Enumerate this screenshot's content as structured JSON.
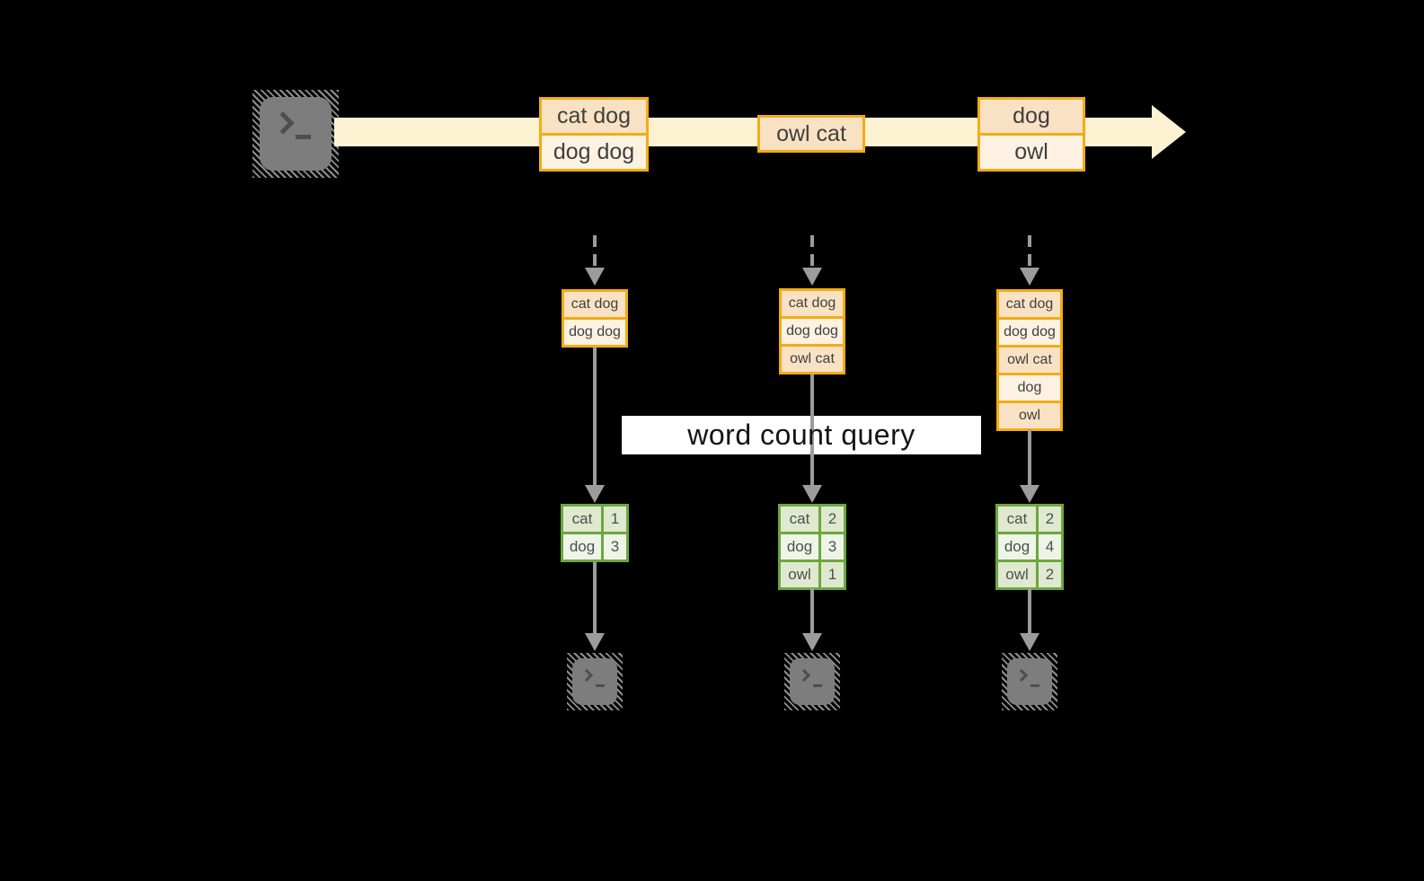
{
  "diagram": {
    "query_label": "word count query",
    "stream": {
      "events": [
        {
          "rows": [
            "cat dog",
            "dog dog"
          ]
        },
        {
          "rows": [
            "owl cat"
          ]
        },
        {
          "rows": [
            "dog",
            "owl"
          ]
        }
      ]
    },
    "columns": [
      {
        "buffer": [
          "cat dog",
          "dog dog"
        ],
        "counts": [
          {
            "word": "cat",
            "count": "1"
          },
          {
            "word": "dog",
            "count": "3"
          }
        ]
      },
      {
        "buffer": [
          "cat dog",
          "dog dog",
          "owl cat"
        ],
        "counts": [
          {
            "word": "cat",
            "count": "2"
          },
          {
            "word": "dog",
            "count": "3"
          },
          {
            "word": "owl",
            "count": "1"
          }
        ]
      },
      {
        "buffer": [
          "cat dog",
          "dog dog",
          "owl cat",
          "dog",
          "owl"
        ],
        "counts": [
          {
            "word": "cat",
            "count": "2"
          },
          {
            "word": "dog",
            "count": "4"
          },
          {
            "word": "owl",
            "count": "2"
          }
        ]
      }
    ],
    "icons": {
      "source": "terminal-icon",
      "sinks": [
        "terminal-icon",
        "terminal-icon",
        "terminal-icon"
      ]
    },
    "colors": {
      "background": "#000000",
      "stream_band": "#fcf2d2",
      "event_border": "#f3ac14",
      "event_fill_dark": "#f9e2c4",
      "event_fill_light": "#fdf2e2",
      "table_border": "#6ea73d",
      "table_fill_dark": "#dfe9d0",
      "table_fill_light": "#eef4e8",
      "arrow_gray": "#9c9c9c",
      "terminal_gray": "#7d7d7d",
      "query_band": "#ffffff"
    }
  }
}
